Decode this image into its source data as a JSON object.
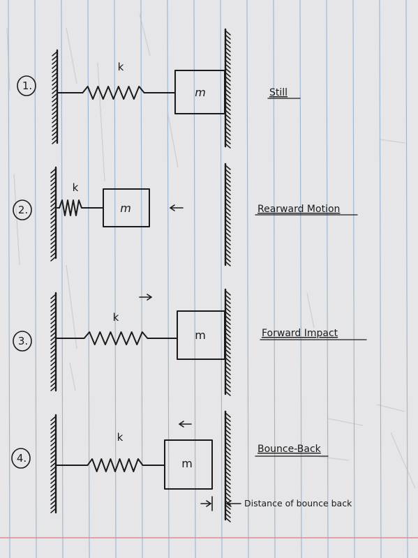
{
  "colors": {
    "paper": "#e6e6e8",
    "rule_line": "#9fb8cf",
    "margin_line": "#e08a94",
    "ink": "#1a1a1a",
    "bleed_ink": "#b8bcc2"
  },
  "diagram": {
    "stages": [
      {
        "number": "1.",
        "spring_label": "k",
        "mass_label": "m",
        "title": "Still",
        "arrow": "none"
      },
      {
        "number": "2.",
        "spring_label": "k",
        "mass_label": "m",
        "title": "Rearward Motion",
        "arrow": "left"
      },
      {
        "number": "3.",
        "spring_label": "k",
        "mass_label": "m",
        "title": "Forward Impact",
        "arrow": "right"
      },
      {
        "number": "4.",
        "spring_label": "k",
        "mass_label": "m",
        "title": "Bounce-Back",
        "arrow": "left"
      }
    ],
    "annotation": "Distance of bounce back"
  }
}
